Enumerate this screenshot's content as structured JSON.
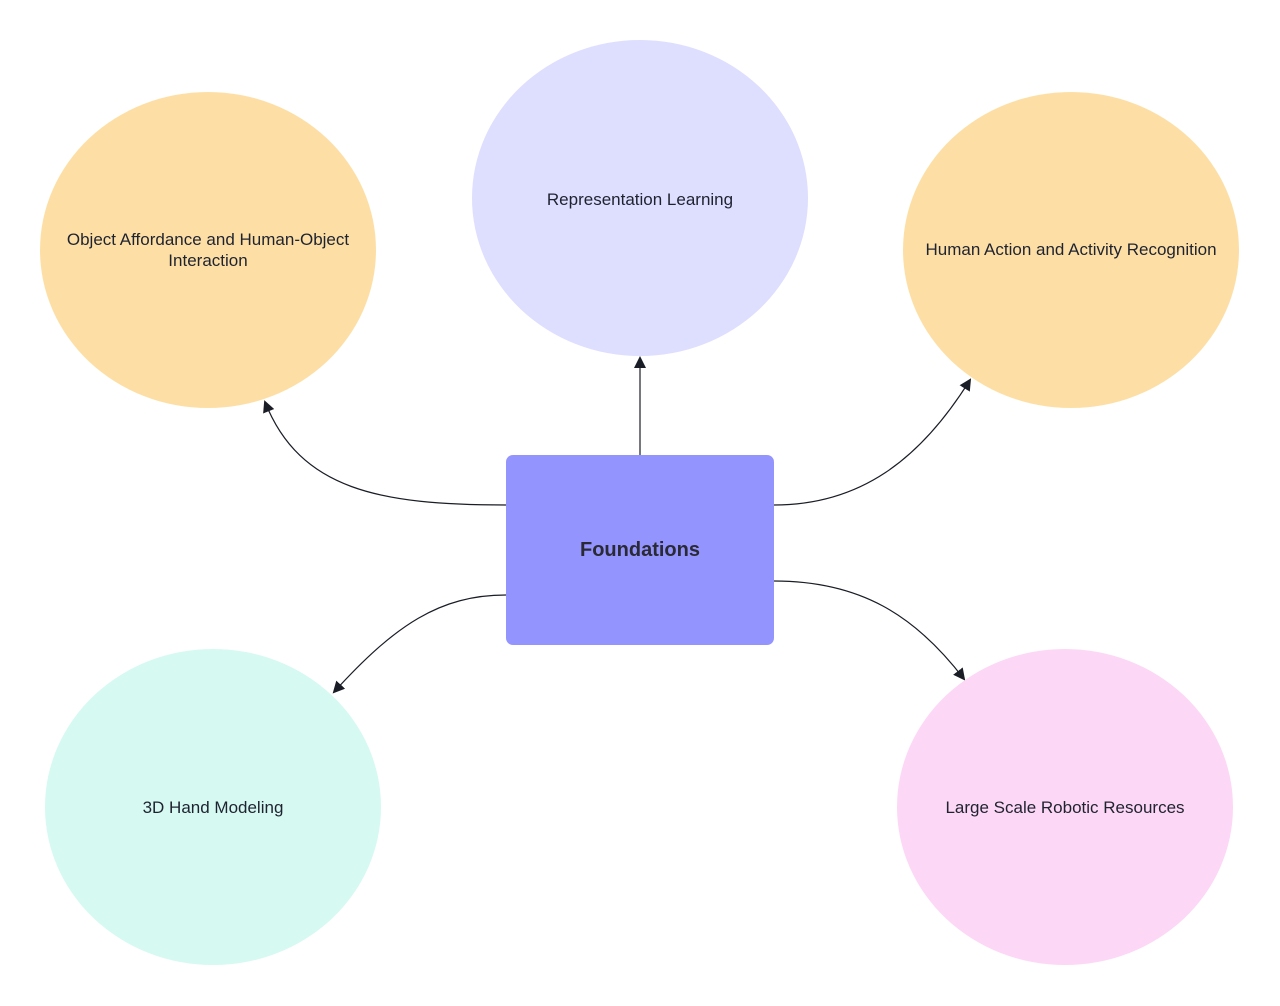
{
  "diagram": {
    "center": {
      "label": "Foundations",
      "color": "#9494ff"
    },
    "nodes": [
      {
        "id": "object-affordance",
        "label": "Object Affordance and Human-Object Interaction",
        "color": "#fddfa6"
      },
      {
        "id": "representation-learning",
        "label": "Representation Learning",
        "color": "#dedeff"
      },
      {
        "id": "human-action",
        "label": "Human Action and Activity Recognition",
        "color": "#fddfa6"
      },
      {
        "id": "hand-modeling",
        "label": "3D Hand Modeling",
        "color": "#d6f9f2"
      },
      {
        "id": "robotic-resources",
        "label": "Large Scale Robotic Resources",
        "color": "#fdd7f6"
      }
    ],
    "edge_color": "#1a1d26"
  }
}
